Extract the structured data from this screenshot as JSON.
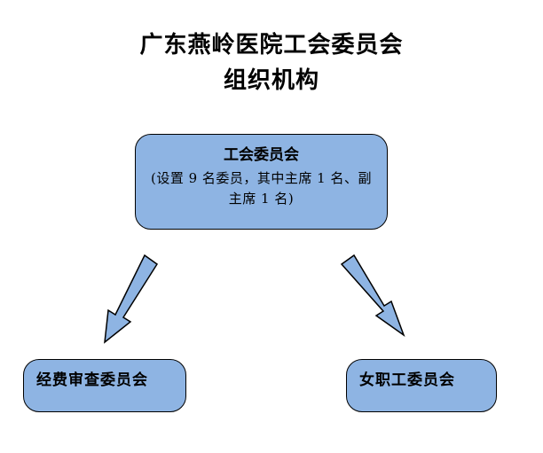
{
  "title": {
    "line1": "广东燕岭医院工会委员会",
    "line2": "组织机构"
  },
  "nodes": {
    "main": {
      "label": "工会委员会",
      "note": "(设置 9 名委员，其中主席 1 名、副主席 1 名)"
    },
    "left": {
      "label": "经费审查委员会"
    },
    "right": {
      "label": "女职工委员会"
    }
  },
  "colors": {
    "box_fill": "#8eb4e3",
    "arrow_fill": "#8eb4e3",
    "stroke": "#000000"
  }
}
